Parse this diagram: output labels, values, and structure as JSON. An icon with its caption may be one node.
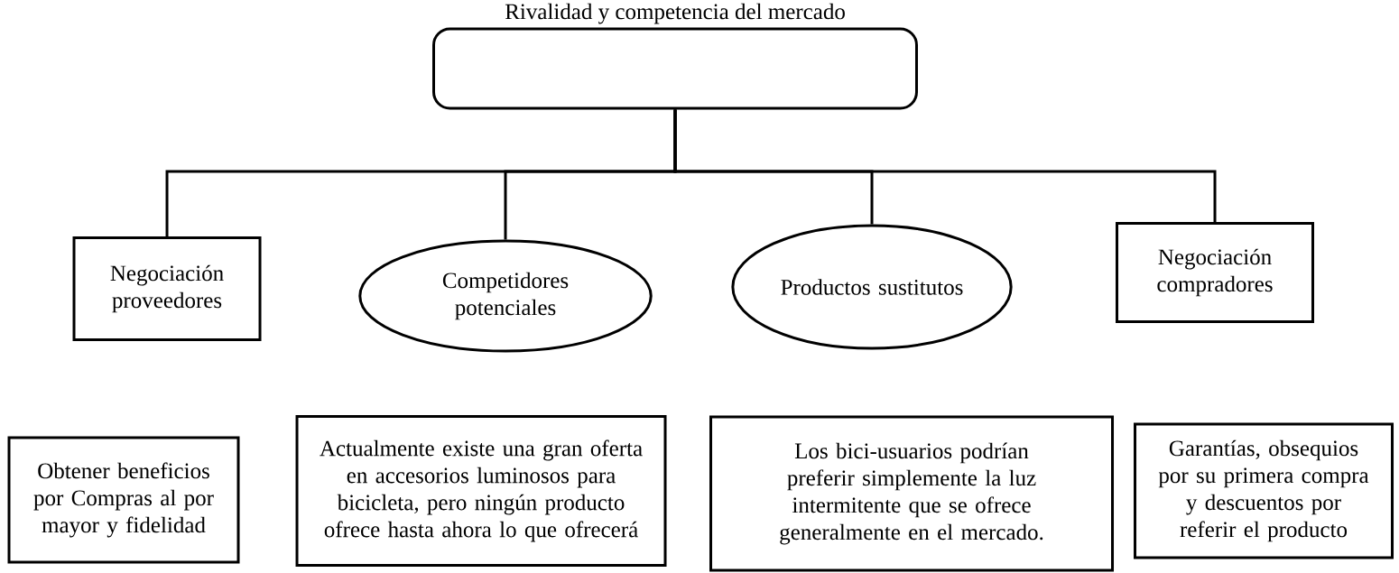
{
  "diagram": {
    "nodes": [
      {
        "text": [
          "Rivalidad y competencia del mercado"
        ]
      },
      {
        "text": [
          "Negociación proveedores"
        ]
      },
      {
        "text": [
          "Competidores potenciales"
        ]
      },
      {
        "text": [
          "Productos sustitutos"
        ]
      },
      {
        "text": [
          "Negociación compradores"
        ]
      },
      {
        "text": [
          "Obtener beneficios por Compras al por mayor y fidelidad"
        ]
      },
      {
        "text": [
          "Actualmente existe una gran oferta en accesorios luminosos para bicicleta, pero ningún producto ofrece hasta ahora lo que ofrecerá"
        ]
      },
      {
        "text": [
          "Los bici-usuarios podrían preferir simplemente la luz intermitente que se ofrece generalmente en el mercado."
        ]
      },
      {
        "text": [
          "Garantías, obsequios por su primera compra y descuentos por referir el producto"
        ]
      }
    ],
    "edges": [
      {
        "from": 0,
        "to": 1,
        "arrow": "none"
      },
      {
        "from": 0,
        "to": 2,
        "arrow": "none"
      },
      {
        "from": 0,
        "to": 3,
        "arrow": "none"
      },
      {
        "from": 0,
        "to": 4,
        "arrow": "none"
      }
    ]
  }
}
